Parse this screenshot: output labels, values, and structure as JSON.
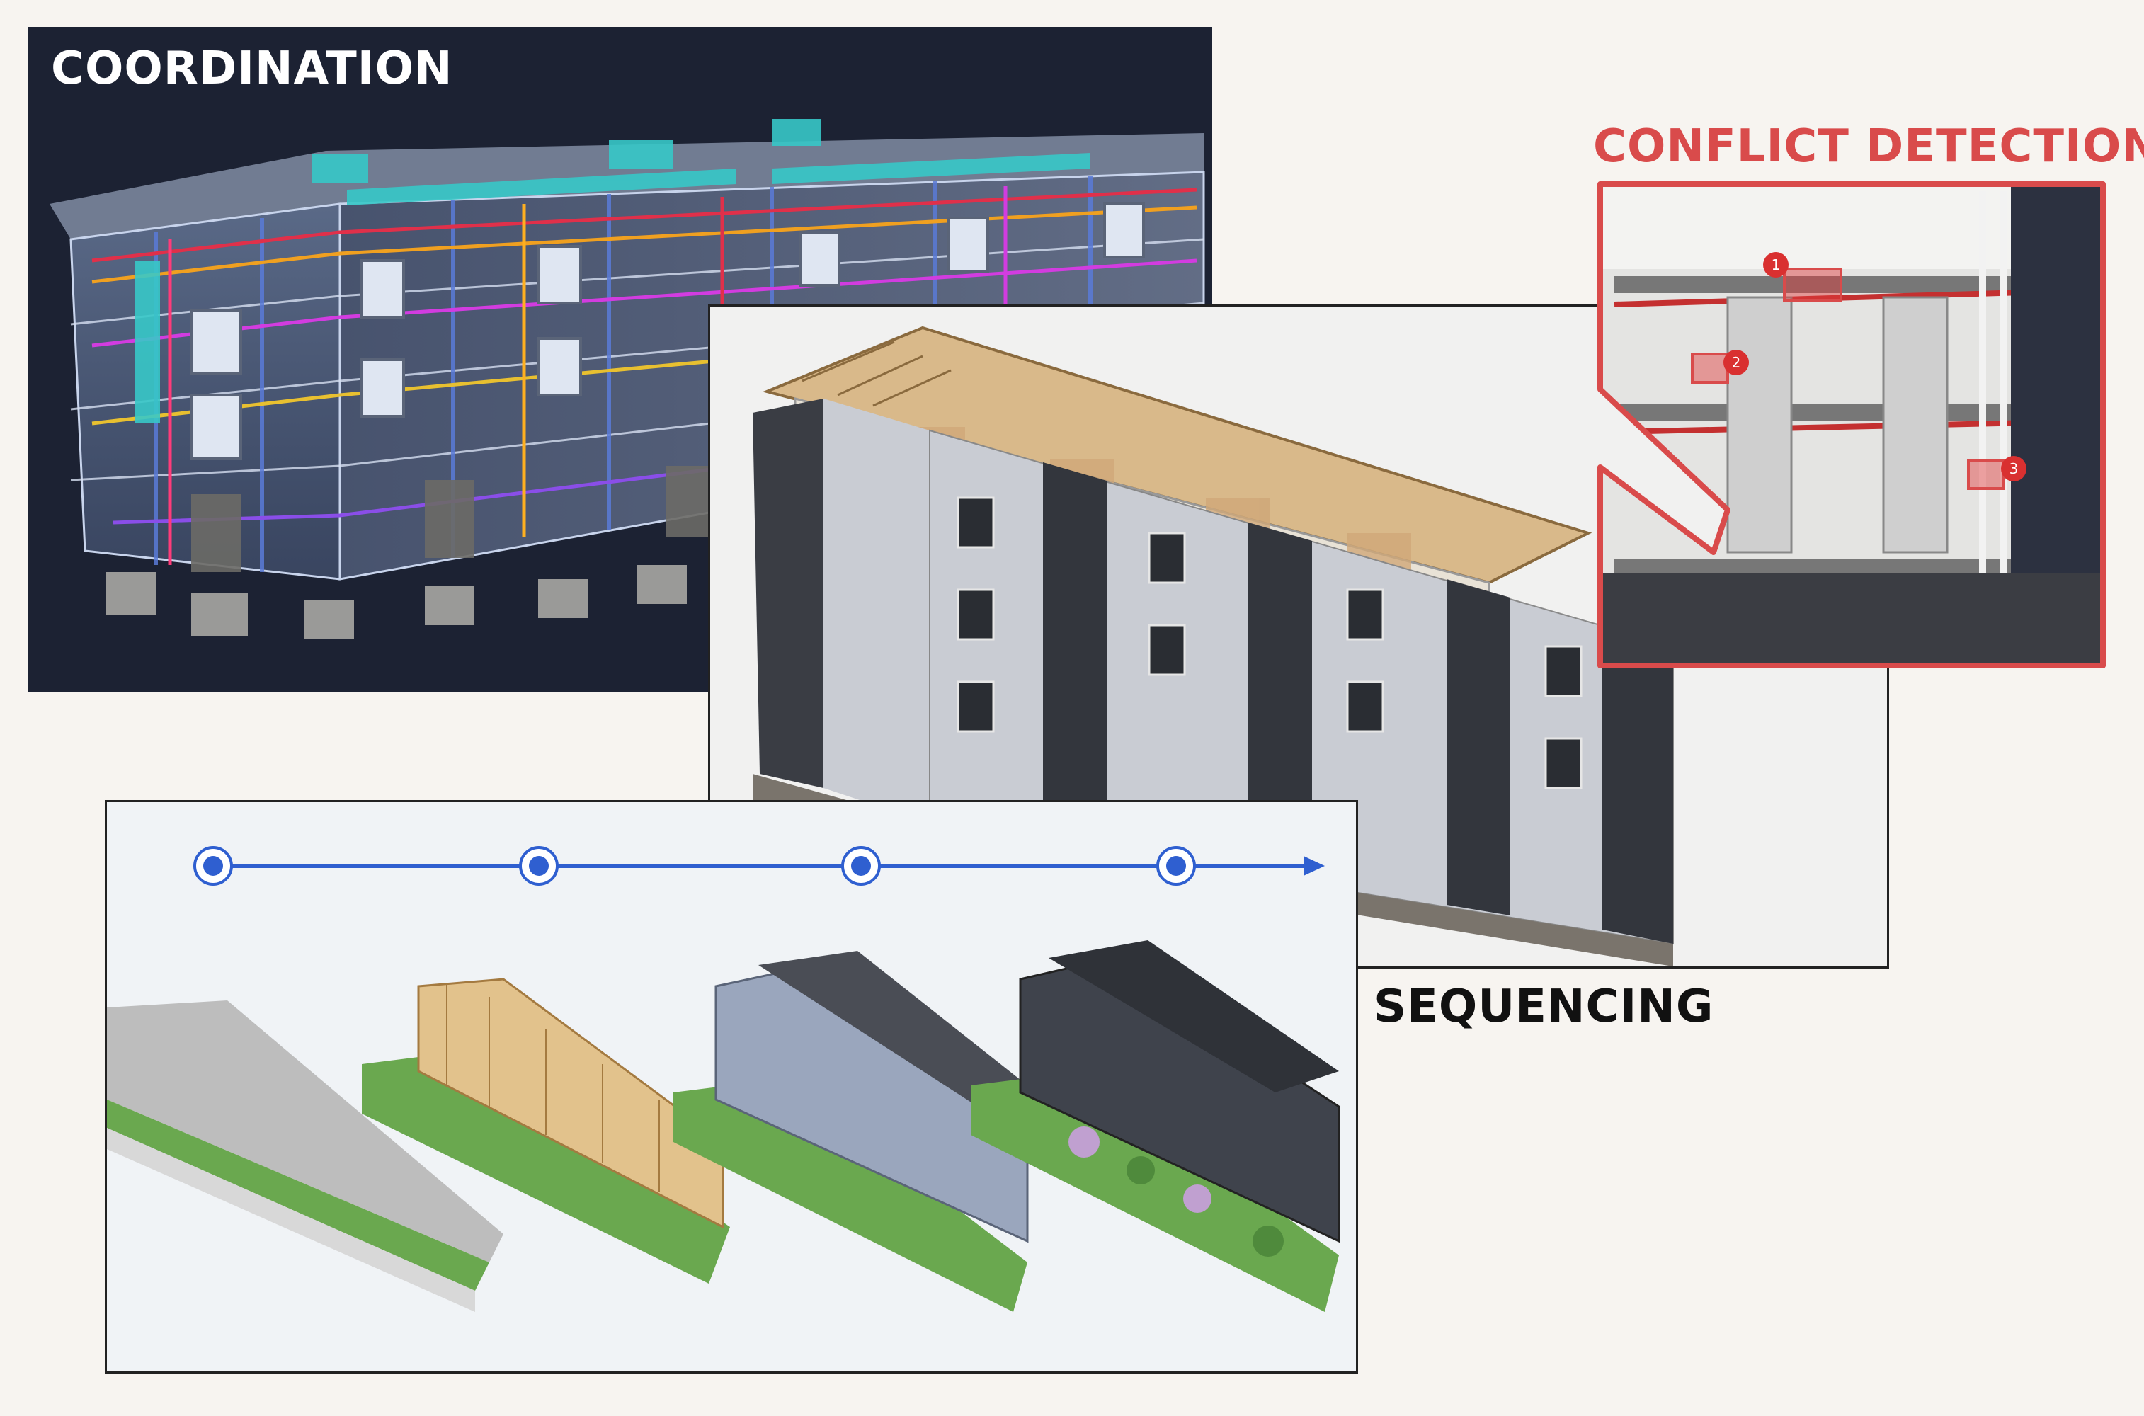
{
  "labels": {
    "coordination": "COORDINATION",
    "conflict_detection": "CONFLICT DETECTION",
    "sequencing": "SEQUENCING"
  },
  "conflict_markers": [
    "1",
    "2",
    "3"
  ],
  "timeline": {
    "stages": 4,
    "color": "#2f5fd0"
  },
  "colors": {
    "coordination_bg": "#1c2233",
    "conflict_red": "#d94b4b",
    "accent_blue": "#2f5fd0"
  }
}
